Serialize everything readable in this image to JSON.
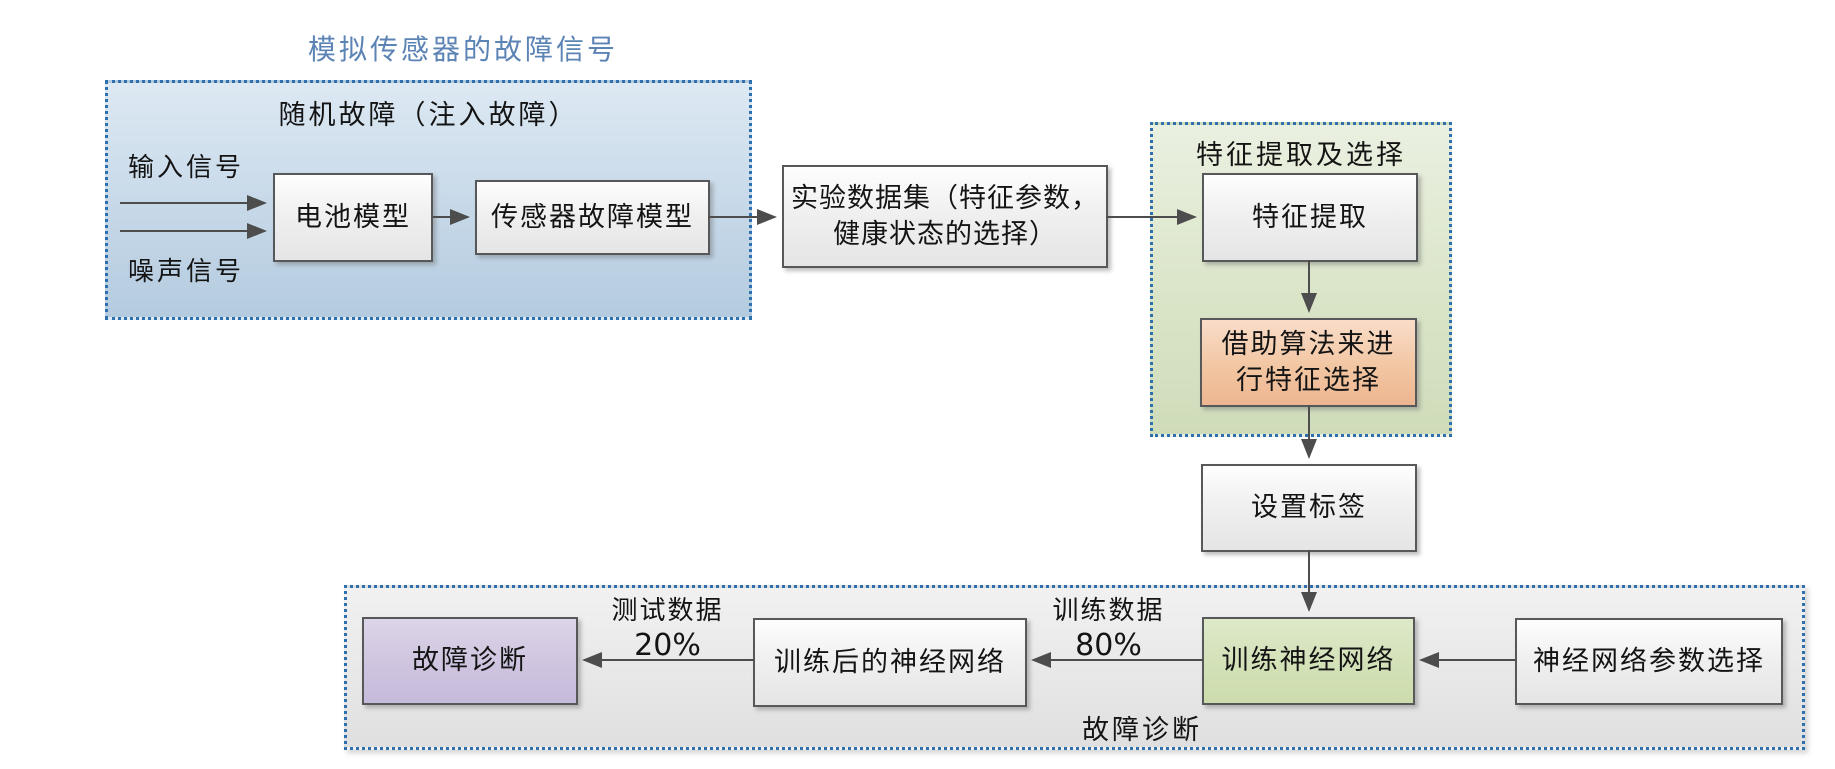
{
  "title": "模拟传感器的故障信号",
  "containers": {
    "fault_simulation": {
      "label": "随机故障（注入故障）"
    },
    "feature_block": {
      "label": "特征提取及选择"
    },
    "diagnosis_block": {
      "label": "故障诊断"
    }
  },
  "input_labels": {
    "input_signal": "输入信号",
    "noise_signal": "噪声信号"
  },
  "nodes": {
    "battery_model": {
      "label": "电池模型"
    },
    "sensor_fault_model": {
      "label": "传感器故障模型"
    },
    "experiment_dataset": {
      "line1": "实验数据集（特征参数，",
      "line2": "健康状态的选择）"
    },
    "feature_extraction": {
      "label": "特征提取"
    },
    "feature_selection": {
      "line1": "借助算法来进",
      "line2": "行特征选择"
    },
    "set_label": {
      "label": "设置标签"
    },
    "train_nn": {
      "label": "训练神经网络"
    },
    "nn_param_selection": {
      "label": "神经网络参数选择"
    },
    "trained_nn": {
      "label": "训练后的神经网络"
    },
    "fault_diagnosis": {
      "label": "故障诊断"
    }
  },
  "edge_labels": {
    "train_data": "训练数据",
    "train_pct": "80%",
    "test_data": "测试数据",
    "test_pct": "20%"
  },
  "colors": {
    "dashed_border": "#2e6fad",
    "title_text": "#5b84b5",
    "blue_container": "#c6d8e8",
    "green_container": "#d9e4c6",
    "gray_container": "#ebebeb",
    "orange_node": "#f2c6a2",
    "green_node": "#d3e1b8",
    "purple_node": "#cfc4df",
    "arrow": "#4d4d4d"
  }
}
